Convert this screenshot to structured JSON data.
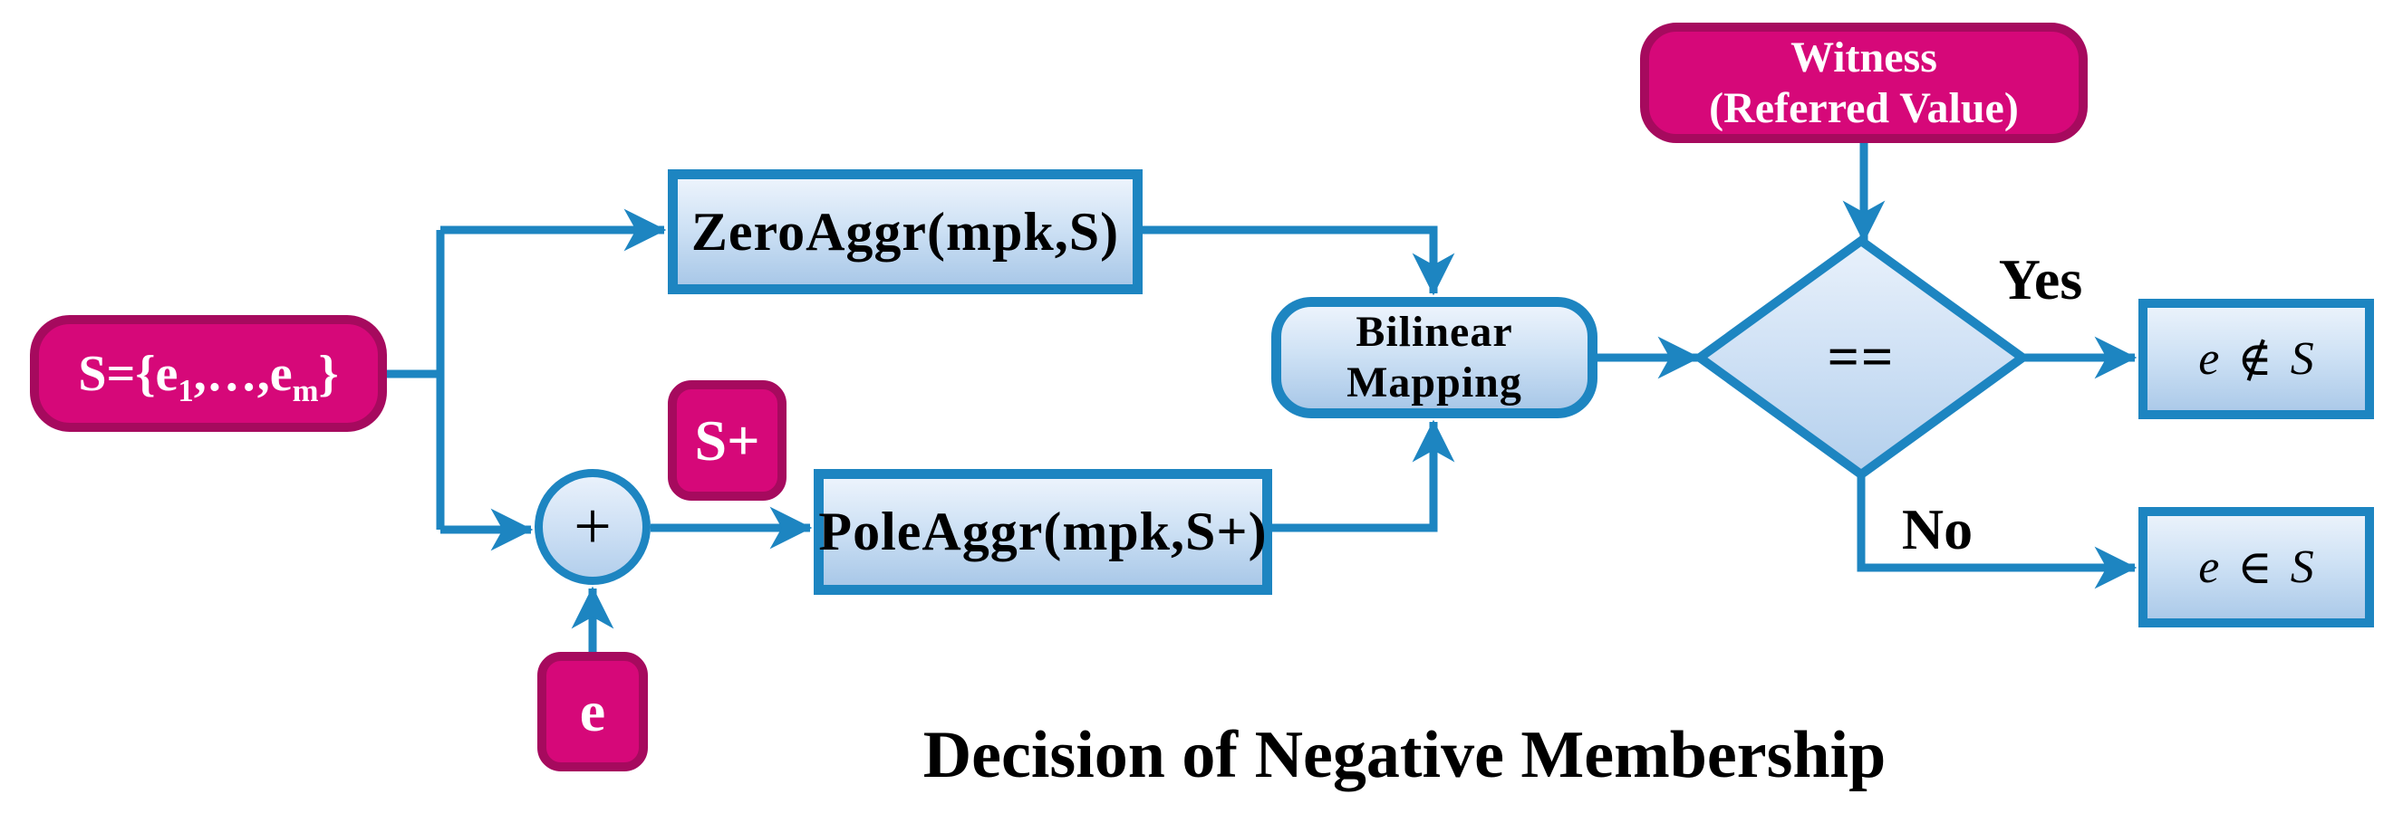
{
  "title": "Decision of Negative Membership",
  "colors": {
    "accent_blue": "#1d85c1",
    "box_fill_top": "#ecf3fc",
    "box_fill_bottom": "#a9c8e8",
    "pink_fill": "#d60879",
    "pink_border": "#a60a5e",
    "text_black": "#000000",
    "text_white": "#ffffff"
  },
  "nodes": {
    "s_set": {
      "prefix": "S={e",
      "sub1": "1",
      "mid": ",…,e",
      "sub2": "m",
      "suffix": "}"
    },
    "zero_aggr": {
      "label": "ZeroAggr(mpk,S)"
    },
    "pole_aggr": {
      "label": "PoleAggr(mpk,S+)"
    },
    "s_plus": {
      "label": "S+"
    },
    "e_input": {
      "label": "e"
    },
    "plus_junction": {
      "label": "+"
    },
    "bilinear": {
      "line1": "Bilinear",
      "line2": "Mapping"
    },
    "witness": {
      "line1": "Witness",
      "line2": "(Referred Value)"
    },
    "decision": {
      "label": "=="
    },
    "result_not_member": {
      "var": "e",
      "op": "∉",
      "set": "S"
    },
    "result_member": {
      "var": "e",
      "op": "∈",
      "set": "S"
    }
  },
  "edges": {
    "yes_label": "Yes",
    "no_label": "No"
  }
}
